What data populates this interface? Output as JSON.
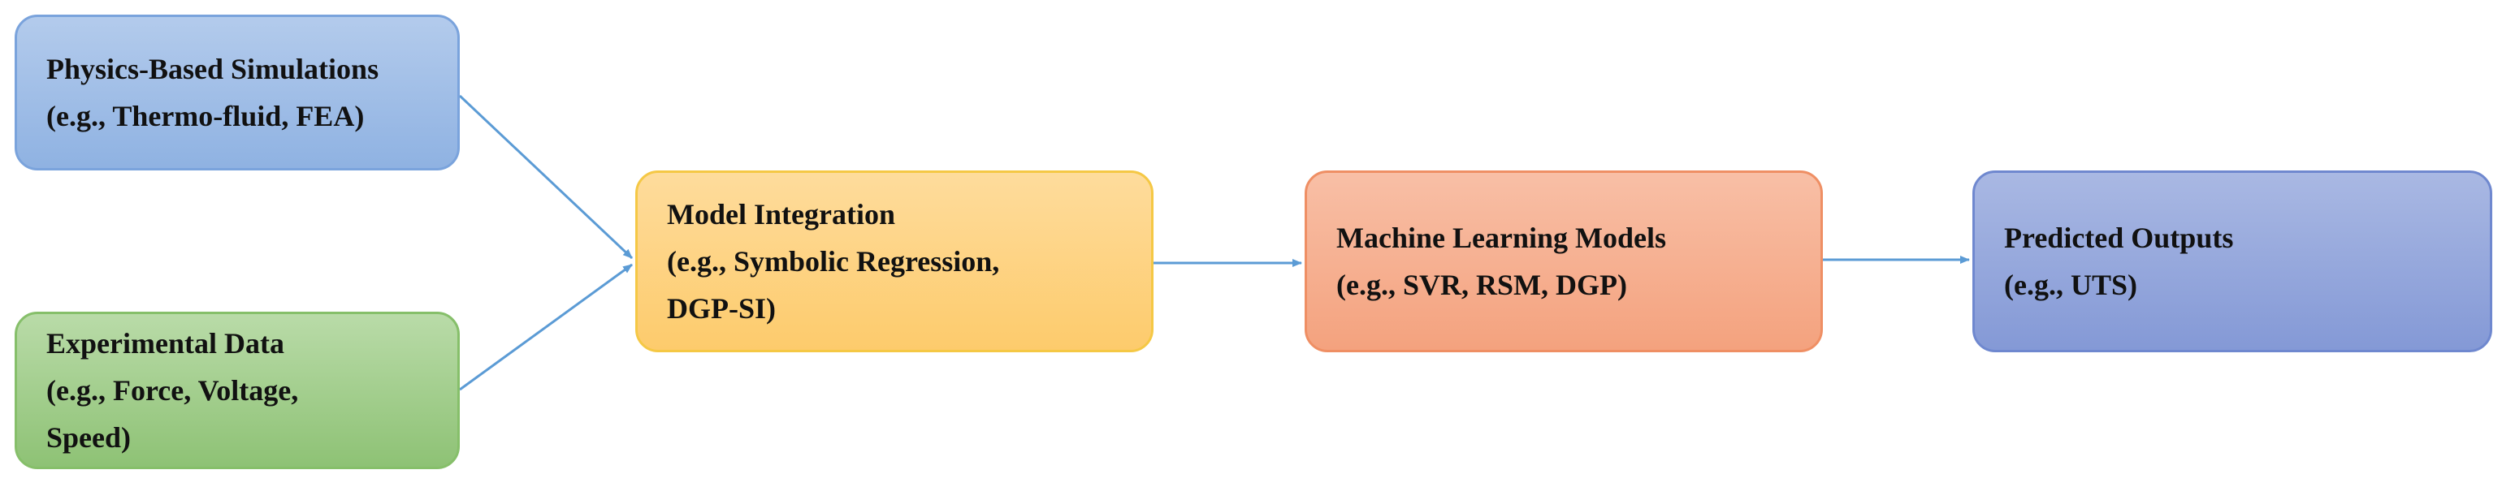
{
  "diagram": {
    "nodes": {
      "physics": {
        "title": "Physics-Based Simulations",
        "detail": "(e.g., Thermo-fluid, FEA)"
      },
      "experimental": {
        "title": "Experimental Data",
        "detail_line1": "(e.g., Force, Voltage,",
        "detail_line2": "Speed)"
      },
      "integration": {
        "title": "Model Integration",
        "detail_line1": "(e.g., Symbolic Regression,",
        "detail_line2": "DGP-SI)"
      },
      "ml": {
        "title": "Machine Learning Models",
        "detail": "(e.g., SVR, RSM, DGP)"
      },
      "outputs": {
        "title": "Predicted Outputs",
        "detail": "(e.g., UTS)"
      }
    },
    "edges": [
      {
        "from": "physics",
        "to": "integration"
      },
      {
        "from": "experimental",
        "to": "integration"
      },
      {
        "from": "integration",
        "to": "ml"
      },
      {
        "from": "ml",
        "to": "outputs"
      }
    ],
    "colors": {
      "arrow": "#5b9bd5",
      "physics": "#9dbce6",
      "experimental": "#a3cf8e",
      "integration": "#fdd27f",
      "ml": "#f5ae8f",
      "outputs": "#93a6dc"
    }
  }
}
